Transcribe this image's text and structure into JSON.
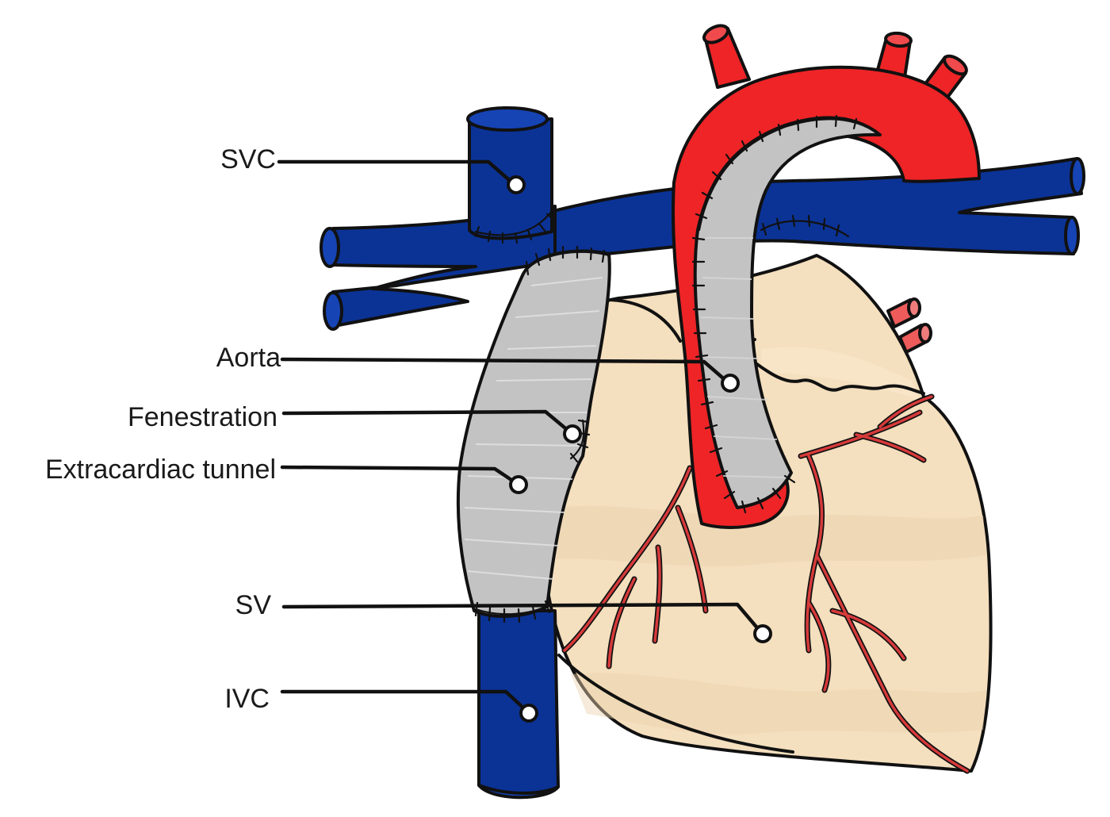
{
  "colors": {
    "vein": "#0b3396",
    "aorta": "#ee2427",
    "heart": "#f4dfbe",
    "graft": "#c3c3c3",
    "coronary": "#d63a3a",
    "ink": "#111111"
  },
  "labels": {
    "svc": "SVC",
    "aorta": "Aorta",
    "fenestration": "Fenestration",
    "extracardiac_tunnel": "Extracardiac tunnel",
    "sv": "SV",
    "ivc": "IVC"
  }
}
